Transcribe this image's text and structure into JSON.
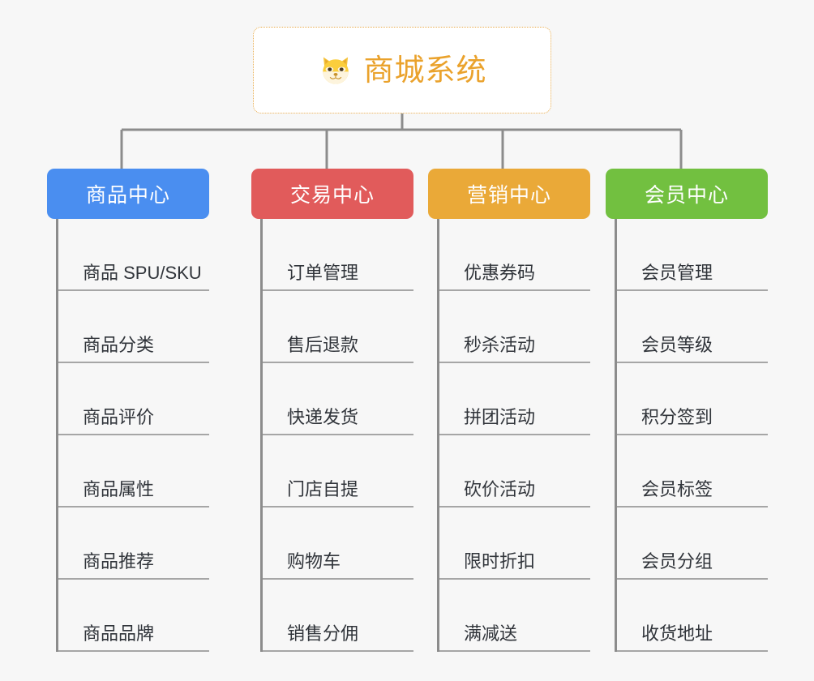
{
  "page": {
    "background_color": "#f7f7f7",
    "diagram_type": "org-chart"
  },
  "root": {
    "title": "商城系统",
    "icon": "shiba-dog-face-icon",
    "text_color": "#eaa22c",
    "border_color": "#e8ab4b",
    "background_color": "#ffffff"
  },
  "connector": {
    "color": "#8c8c8c",
    "leaf_underline_color": "#a6a6a6"
  },
  "columns": [
    {
      "title": "商品中心",
      "color": "#4a8ef0",
      "items": [
        "商品 SPU/SKU",
        "商品分类",
        "商品评价",
        "商品属性",
        "商品推荐",
        "商品品牌"
      ]
    },
    {
      "title": "交易中心",
      "color": "#e15b5b",
      "items": [
        "订单管理",
        "售后退款",
        "快递发货",
        "门店自提",
        "购物车",
        "销售分佣"
      ]
    },
    {
      "title": "营销中心",
      "color": "#eaa938",
      "items": [
        "优惠券码",
        "秒杀活动",
        "拼团活动",
        "砍价活动",
        "限时折扣",
        "满减送"
      ]
    },
    {
      "title": "会员中心",
      "color": "#72c040",
      "items": [
        "会员管理",
        "会员等级",
        "积分签到",
        "会员标签",
        "会员分组",
        "收货地址"
      ]
    }
  ]
}
